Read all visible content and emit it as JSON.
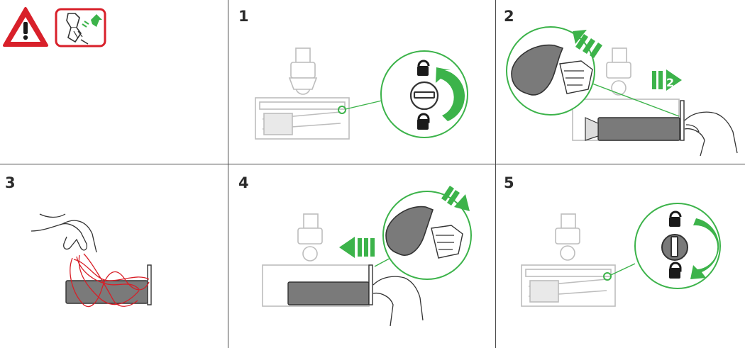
{
  "steps": [
    {
      "number": "1"
    },
    {
      "number": "2"
    },
    {
      "number": "3"
    },
    {
      "number": "4"
    },
    {
      "number": "5"
    }
  ],
  "colors": {
    "accent_green": "#3cb34a",
    "warning_red": "#d8202a",
    "line_grey": "#4a4a4a",
    "part_grey": "#bdbdbd",
    "roller_dark": "#7a7a7a",
    "hair_red": "#d81e27"
  },
  "icons": [
    "warning-triangle-icon",
    "unplug-icon",
    "unlock-icon",
    "lock-icon",
    "rotate-arrow-icon",
    "slide-arrow-icon"
  ]
}
